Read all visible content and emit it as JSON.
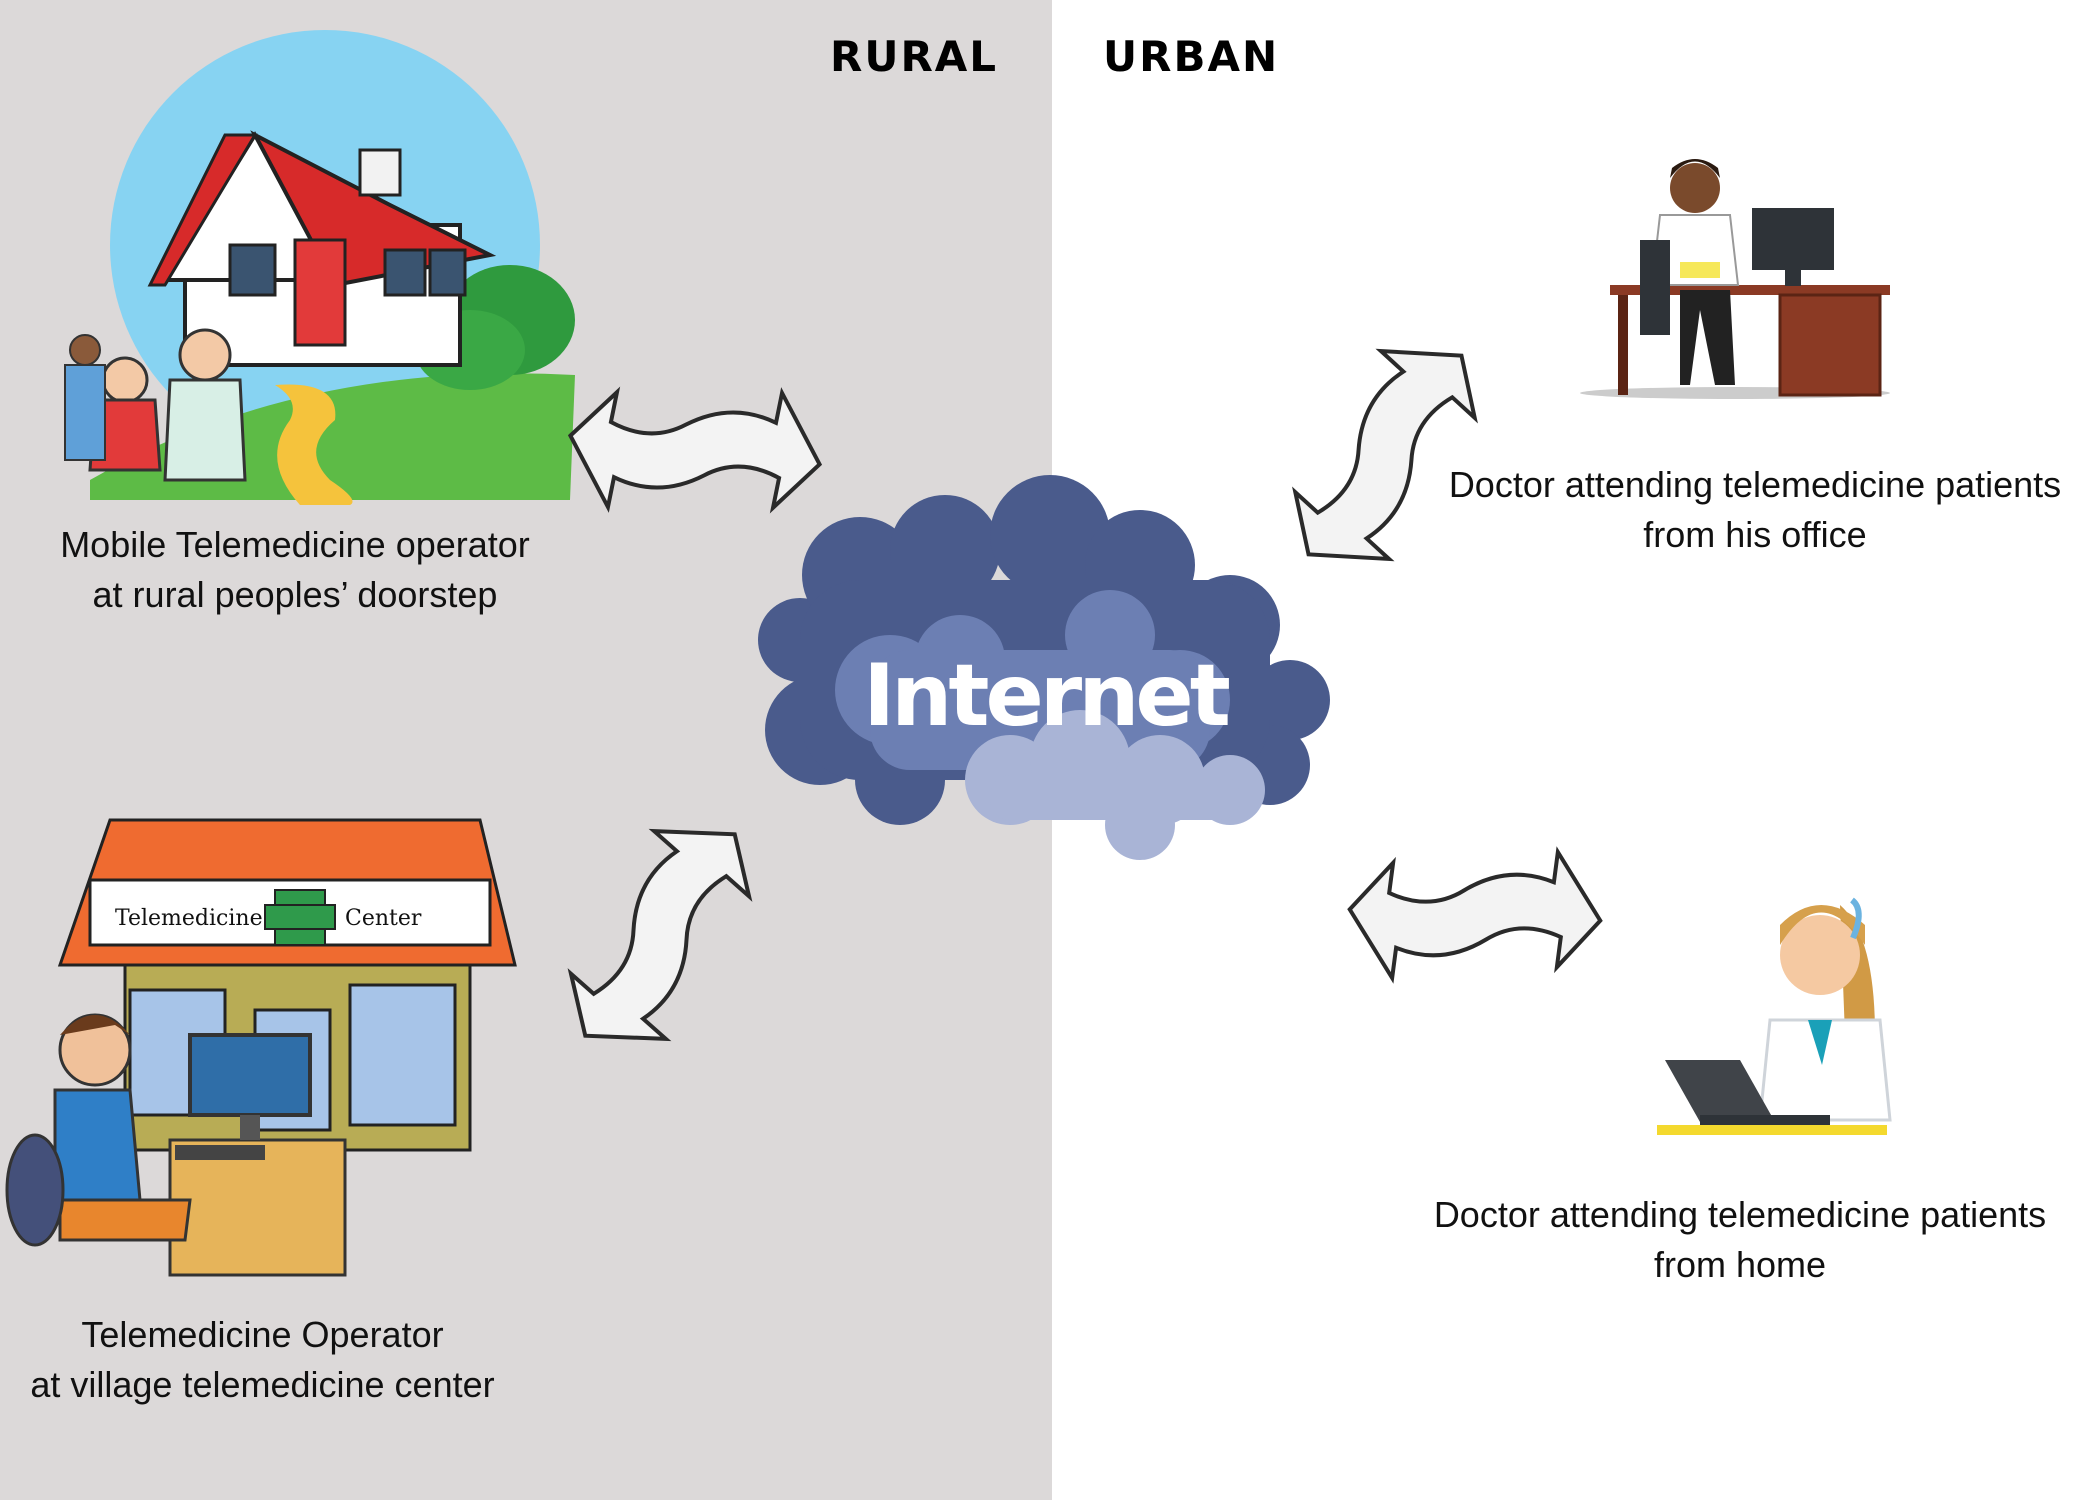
{
  "regions": {
    "rural": "RURAL",
    "urban": "URBAN"
  },
  "cloud": {
    "label": "Internet"
  },
  "store_sign": {
    "left": "Telemedicine",
    "right": "Center"
  },
  "nodes": {
    "mobile_operator": {
      "line1": "Mobile Telemedicine operator",
      "line2": "at rural peoples’ doorstep"
    },
    "village_center": {
      "line1": "Telemedicine Operator",
      "line2": "at village telemedicine center"
    },
    "doctor_office": {
      "line1": "Doctor attending telemedicine patients",
      "line2": "from his office"
    },
    "doctor_home": {
      "line1": "Doctor attending telemedicine patients",
      "line2": "from home"
    }
  },
  "colors": {
    "rural_background": "#dcd9d9",
    "urban_background": "#ffffff",
    "cloud_dark": "#4a5b8c",
    "cloud_mid": "#6c7fb3",
    "cloud_light": "#a9b4d6"
  },
  "icons": [
    "double-arrow-icon",
    "house-icon",
    "nurse-icon",
    "shop-icon",
    "computer-operator-icon",
    "doctor-desk-icon",
    "doctor-laptop-icon",
    "cloud-icon"
  ]
}
